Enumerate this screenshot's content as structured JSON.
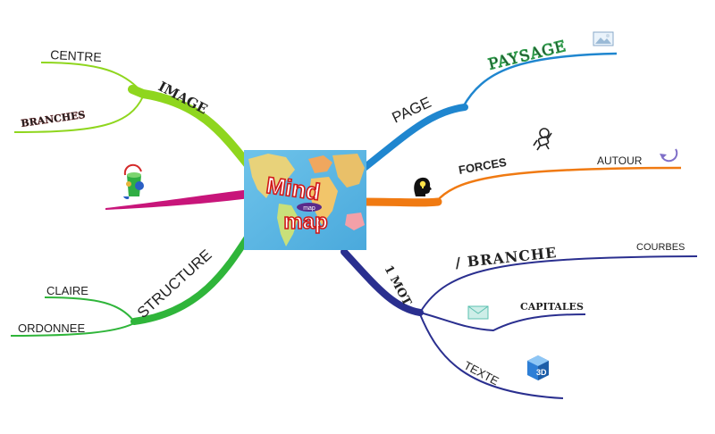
{
  "center": {
    "title_top": "Mind",
    "title_middle": "map",
    "title_bottom": "map"
  },
  "branches": {
    "image": {
      "label": "IMAGE",
      "color": "#8fd61e"
    },
    "centre": {
      "label": "CENTRE"
    },
    "branches_sub": {
      "label": "BRANCHES",
      "color": "#b8232a"
    },
    "structure": {
      "label": "STRUCTURE",
      "color": "#2fb53a"
    },
    "claire": {
      "label": "CLAIRE"
    },
    "ordonnee": {
      "label": "ORDONNEE"
    },
    "page": {
      "label": "PAGE",
      "color": "#1f86cf"
    },
    "paysage": {
      "label": "PAYSAGE",
      "color": "#2e9a4a"
    },
    "forces": {
      "label": "FORCES",
      "color": "#f07a12"
    },
    "autour": {
      "label": "AUTOUR"
    },
    "un_mot": {
      "label": "1 MOT",
      "color": "#2a2f8f"
    },
    "une_branche": {
      "label": "/ BRANCHE",
      "color": "#c25a22"
    },
    "courbes": {
      "label": "COURBES"
    },
    "capitales": {
      "label": "CAPITALES"
    },
    "texte": {
      "label": "TEXTE"
    },
    "image_link_color": "#c8157a"
  },
  "icons": {
    "landscape": "landscape-image-icon",
    "rotate": "rotate-arrow-icon",
    "head_idea": "head-lightbulb-icon",
    "astronaut": "astronaut-icon",
    "envelope": "envelope-icon",
    "three_d": "3d-cube-icon",
    "paint": "paint-bucket-icon"
  }
}
